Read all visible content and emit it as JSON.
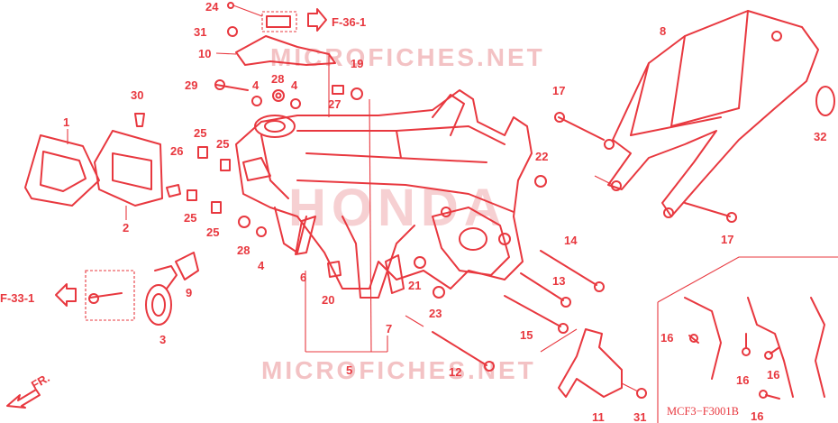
{
  "watermark": {
    "top": "MICROFICHES.NET",
    "bottom": "MICROFICHES.NET",
    "logo": "HONDA"
  },
  "references": {
    "top": "F-36-1",
    "left": "F-33-1"
  },
  "direction_label": "FR.",
  "diagram_code": "MCF3−F3001B",
  "colors": {
    "line": "#e8383f",
    "watermark": "#f3c2c4",
    "background": "#ffffff"
  },
  "callouts": [
    {
      "id": "c24",
      "text": "24"
    },
    {
      "id": "c31a",
      "text": "31"
    },
    {
      "id": "c10",
      "text": "10"
    },
    {
      "id": "c29",
      "text": "29"
    },
    {
      "id": "c4a",
      "text": "4"
    },
    {
      "id": "c28a",
      "text": "28"
    },
    {
      "id": "c4b",
      "text": "4"
    },
    {
      "id": "c19",
      "text": "19"
    },
    {
      "id": "c27",
      "text": "27"
    },
    {
      "id": "c30",
      "text": "30"
    },
    {
      "id": "c1",
      "text": "1"
    },
    {
      "id": "c2",
      "text": "2"
    },
    {
      "id": "c25a",
      "text": "25"
    },
    {
      "id": "c25b",
      "text": "25"
    },
    {
      "id": "c26",
      "text": "26"
    },
    {
      "id": "c25c",
      "text": "25"
    },
    {
      "id": "c25d",
      "text": "25"
    },
    {
      "id": "c28b",
      "text": "28"
    },
    {
      "id": "c4c",
      "text": "4"
    },
    {
      "id": "c9",
      "text": "9"
    },
    {
      "id": "c3",
      "text": "3"
    },
    {
      "id": "c6",
      "text": "6"
    },
    {
      "id": "c20",
      "text": "20"
    },
    {
      "id": "c7",
      "text": "7"
    },
    {
      "id": "c5",
      "text": "5"
    },
    {
      "id": "c21",
      "text": "21"
    },
    {
      "id": "c23",
      "text": "23"
    },
    {
      "id": "c22",
      "text": "22"
    },
    {
      "id": "c17a",
      "text": "17"
    },
    {
      "id": "c8",
      "text": "8"
    },
    {
      "id": "c32",
      "text": "32"
    },
    {
      "id": "c17b",
      "text": "17"
    },
    {
      "id": "c14",
      "text": "14"
    },
    {
      "id": "c13",
      "text": "13"
    },
    {
      "id": "c15",
      "text": "15"
    },
    {
      "id": "c12",
      "text": "12"
    },
    {
      "id": "c11",
      "text": "11"
    },
    {
      "id": "c31b",
      "text": "31"
    },
    {
      "id": "c16a",
      "text": "16"
    },
    {
      "id": "c16b",
      "text": "16"
    },
    {
      "id": "c16c",
      "text": "16"
    },
    {
      "id": "c16d",
      "text": "16"
    }
  ]
}
